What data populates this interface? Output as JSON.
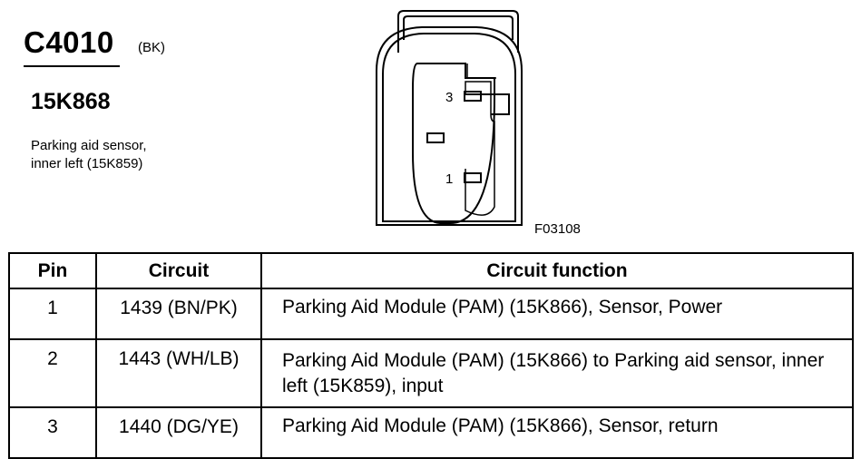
{
  "connector": {
    "id": "C4010",
    "color_code": "(BK)",
    "part_number": "15K868",
    "description_line1": "Parking aid sensor,",
    "description_line2": "inner left (15K859)",
    "figure_id": "F03108",
    "pin_labels": {
      "top": "3",
      "bottom": "1"
    }
  },
  "table": {
    "headers": {
      "pin": "Pin",
      "circuit": "Circuit",
      "function": "Circuit function"
    },
    "rows": [
      {
        "pin": "1",
        "circuit": "1439 (BN/PK)",
        "function": "Parking Aid Module (PAM) (15K866), Sensor, Power"
      },
      {
        "pin": "2",
        "circuit": "1443 (WH/LB)",
        "function": "Parking Aid Module (PAM) (15K866) to Parking aid sensor, inner left (15K859), input"
      },
      {
        "pin": "3",
        "circuit": "1440 (DG/YE)",
        "function": "Parking Aid Module (PAM) (15K866), Sensor, return"
      }
    ]
  },
  "colors": {
    "line": "#000000",
    "background": "#ffffff"
  }
}
